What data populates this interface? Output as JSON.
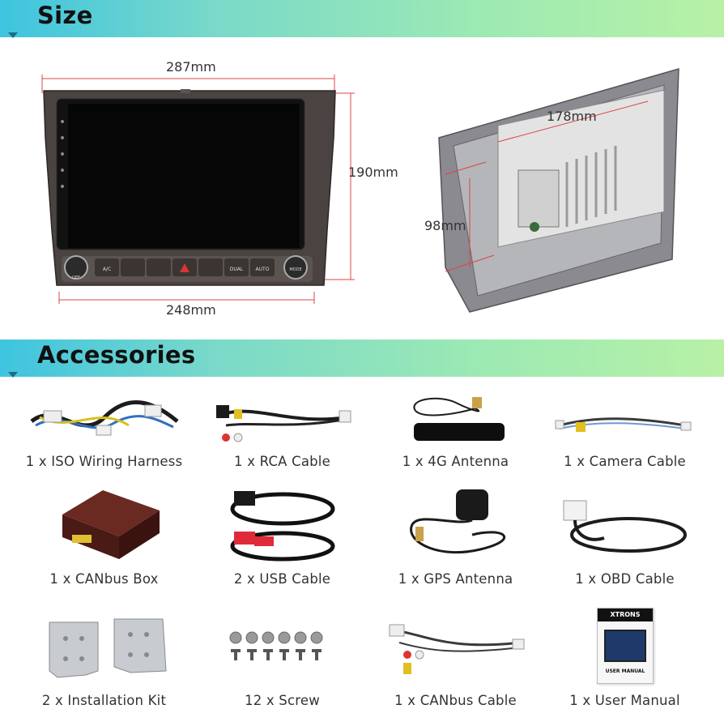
{
  "size_section": {
    "title": "Size",
    "dimensions": {
      "width_top": "287mm",
      "height": "190mm",
      "width_bottom": "248mm",
      "depth_width": "178mm",
      "depth_height": "98mm"
    },
    "head_unit_buttons": [
      "A/C",
      "DUAL",
      "AUTO",
      "MODE",
      "OFF"
    ]
  },
  "accessories_section": {
    "title": "Accessories",
    "items": [
      {
        "label": "1 x ISO Wiring Harness",
        "icon": "wiring-harness-icon"
      },
      {
        "label": "1 x RCA Cable",
        "icon": "rca-cable-icon"
      },
      {
        "label": "1 x 4G Antenna",
        "icon": "4g-antenna-icon"
      },
      {
        "label": "1 x Camera Cable",
        "icon": "camera-cable-icon"
      },
      {
        "label": "1 x CANbus Box",
        "icon": "canbus-box-icon"
      },
      {
        "label": "2 x USB Cable",
        "icon": "usb-cable-icon"
      },
      {
        "label": "1 x GPS Antenna",
        "icon": "gps-antenna-icon"
      },
      {
        "label": "1 x OBD Cable",
        "icon": "obd-cable-icon"
      },
      {
        "label": "2 x Installation Kit",
        "icon": "installation-kit-icon"
      },
      {
        "label": "12 x Screw",
        "icon": "screw-icon"
      },
      {
        "label": "1 x CANbus Cable",
        "icon": "canbus-cable-icon"
      },
      {
        "label": "1 x User Manual",
        "icon": "user-manual-icon"
      }
    ],
    "manual": {
      "brand": "XTRONS",
      "caption": "USER MANUAL"
    }
  }
}
